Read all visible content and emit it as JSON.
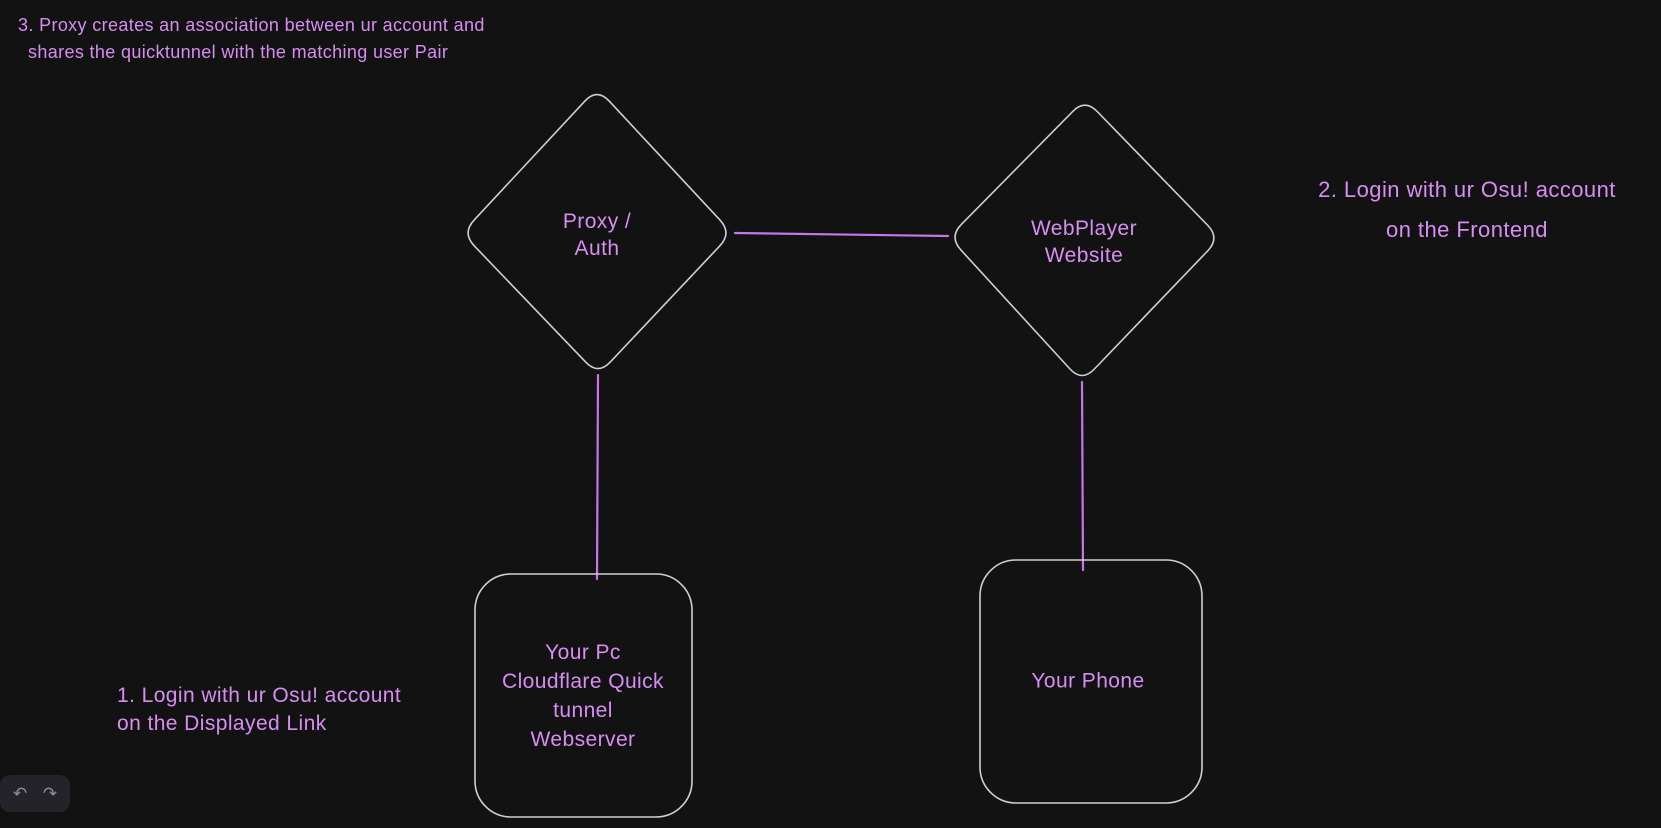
{
  "app": {
    "name": "whiteboard-diagram",
    "colors": {
      "canvas_background": "#121212",
      "shape_stroke": "#ccd0d6",
      "text_purple": "#d78df2",
      "connector_purple": "#c973ee",
      "island_background": "#232329",
      "island_icon": "#8f8f96"
    }
  },
  "annotations": {
    "step3": {
      "lines": [
        "3. Proxy creates an association between ur account and",
        "shares the quicktunnel with the matching user Pair"
      ]
    },
    "step2": {
      "lines": [
        "2. Login with ur Osu! account",
        "on the Frontend"
      ]
    },
    "step1": {
      "lines": [
        "1. Login with ur Osu! account",
        "on the Displayed Link"
      ]
    }
  },
  "nodes": {
    "proxy_auth": {
      "lines": [
        "Proxy /",
        "Auth"
      ]
    },
    "webplayer": {
      "lines": [
        "WebPlayer",
        "Website"
      ]
    },
    "pc_webserver": {
      "lines": [
        "Your Pc",
        "Cloudflare Quick",
        "tunnel",
        "Webserver"
      ]
    },
    "phone": {
      "lines": [
        "Your Phone"
      ]
    }
  },
  "history_toolbar": {
    "undo_icon": "↶",
    "redo_icon": "↷"
  }
}
